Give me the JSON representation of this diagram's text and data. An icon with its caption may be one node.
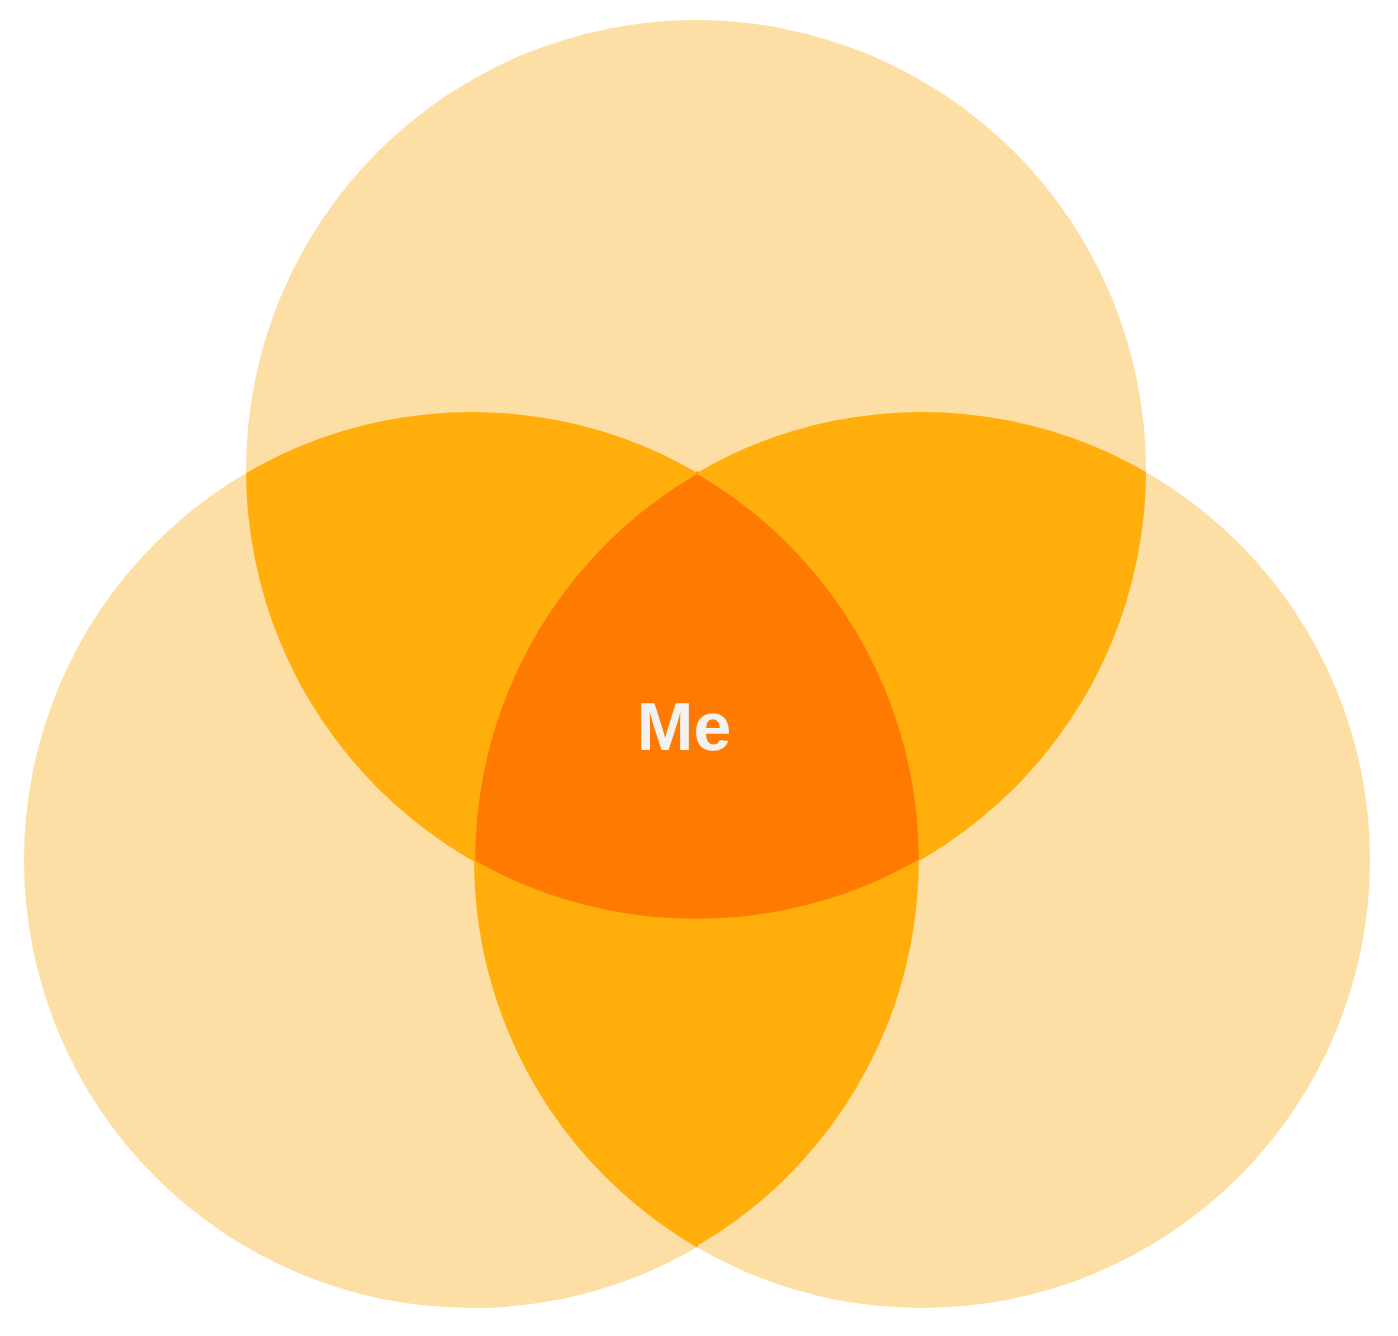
{
  "diagram": {
    "nodes": [
      {
        "text": [],
        "shape": "circle"
      },
      {
        "text": [],
        "shape": "circle"
      },
      {
        "text": [],
        "shape": "circle"
      }
    ],
    "labels": [
      "Me"
    ]
  }
}
